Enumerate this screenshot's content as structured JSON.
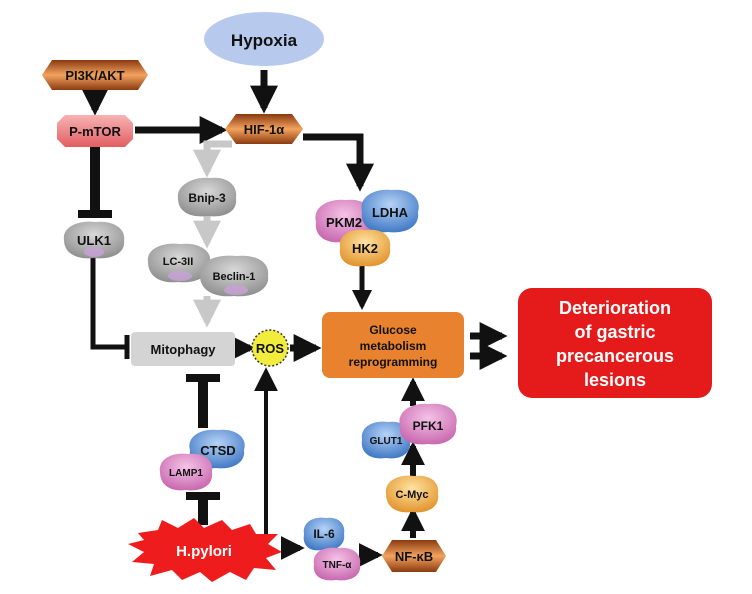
{
  "colors": {
    "hypoxia_fill": "#b7c9ec",
    "orange_hex": "#c6571a",
    "pink_box": "#f08a8c",
    "grey_blob": "#9b9b9b",
    "purple_highlight": "#c8a3d8",
    "pink_blob": "#d884c4",
    "blue_blob": "#4a86d2",
    "orange_blob": "#eba13c",
    "ros_yellow": "#f2ec3c",
    "glucose_box": "#e8822e",
    "outcome_red": "#e51b1b",
    "hpylori_red": "#ee1c1c",
    "mitophagy_grey": "#d4d4d4",
    "arrow_black": "#111111",
    "arrow_grey": "#c8c8c8"
  },
  "nodes": {
    "hypoxia": "Hypoxia",
    "pi3k_akt": "PI3K/AKT",
    "p_mtor": "P-mTOR",
    "hif1a": "HIF-1α",
    "bnip3": "Bnip-3",
    "ulk1": "ULK1",
    "lc3ii": "LC-3II",
    "beclin1": "Beclin-1",
    "pkm2": "PKM2",
    "ldha": "LDHA",
    "hk2": "HK2",
    "mitophagy": "Mitophagy",
    "ros": "ROS",
    "glucose_line1": "Glucose",
    "glucose_line2": "metabolism",
    "glucose_line3": "reprogramming",
    "outcome_line1": "Deterioration",
    "outcome_line2": "of gastric",
    "outcome_line3": "precancerous",
    "outcome_line4": "lesions",
    "ctsd": "CTSD",
    "lamp1": "LAMP1",
    "glut1": "GLUT1",
    "pfk1": "PFK1",
    "cmyc": "C-Myc",
    "il6": "IL-6",
    "tnfa": "TNF-α",
    "nfkb": "NF-κB",
    "hpylori": "H.pylori"
  }
}
